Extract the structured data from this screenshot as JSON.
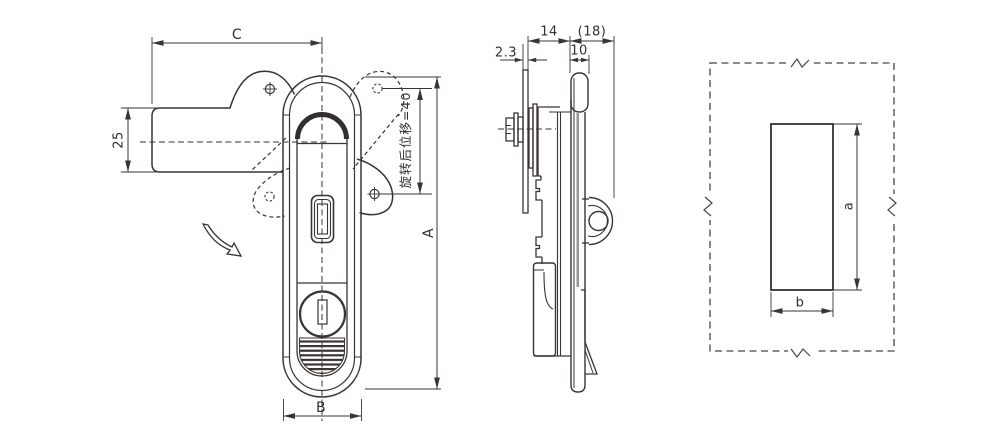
{
  "drawing": {
    "line_color": "#3a3433",
    "front_view": {
      "dim_width_c": "C",
      "dim_arm_offset": "25",
      "rotation_note": "旋转后位移=40",
      "dim_height_a": "A",
      "dim_width_b": "B"
    },
    "side_view": {
      "dim_panel_thickness": "2.3",
      "dim_mount_depth": "14",
      "dim_overall_depth": "(18)",
      "dim_front_depth": "10"
    },
    "cutout_view": {
      "dim_cutout_height": "a",
      "dim_cutout_width": "b"
    }
  }
}
